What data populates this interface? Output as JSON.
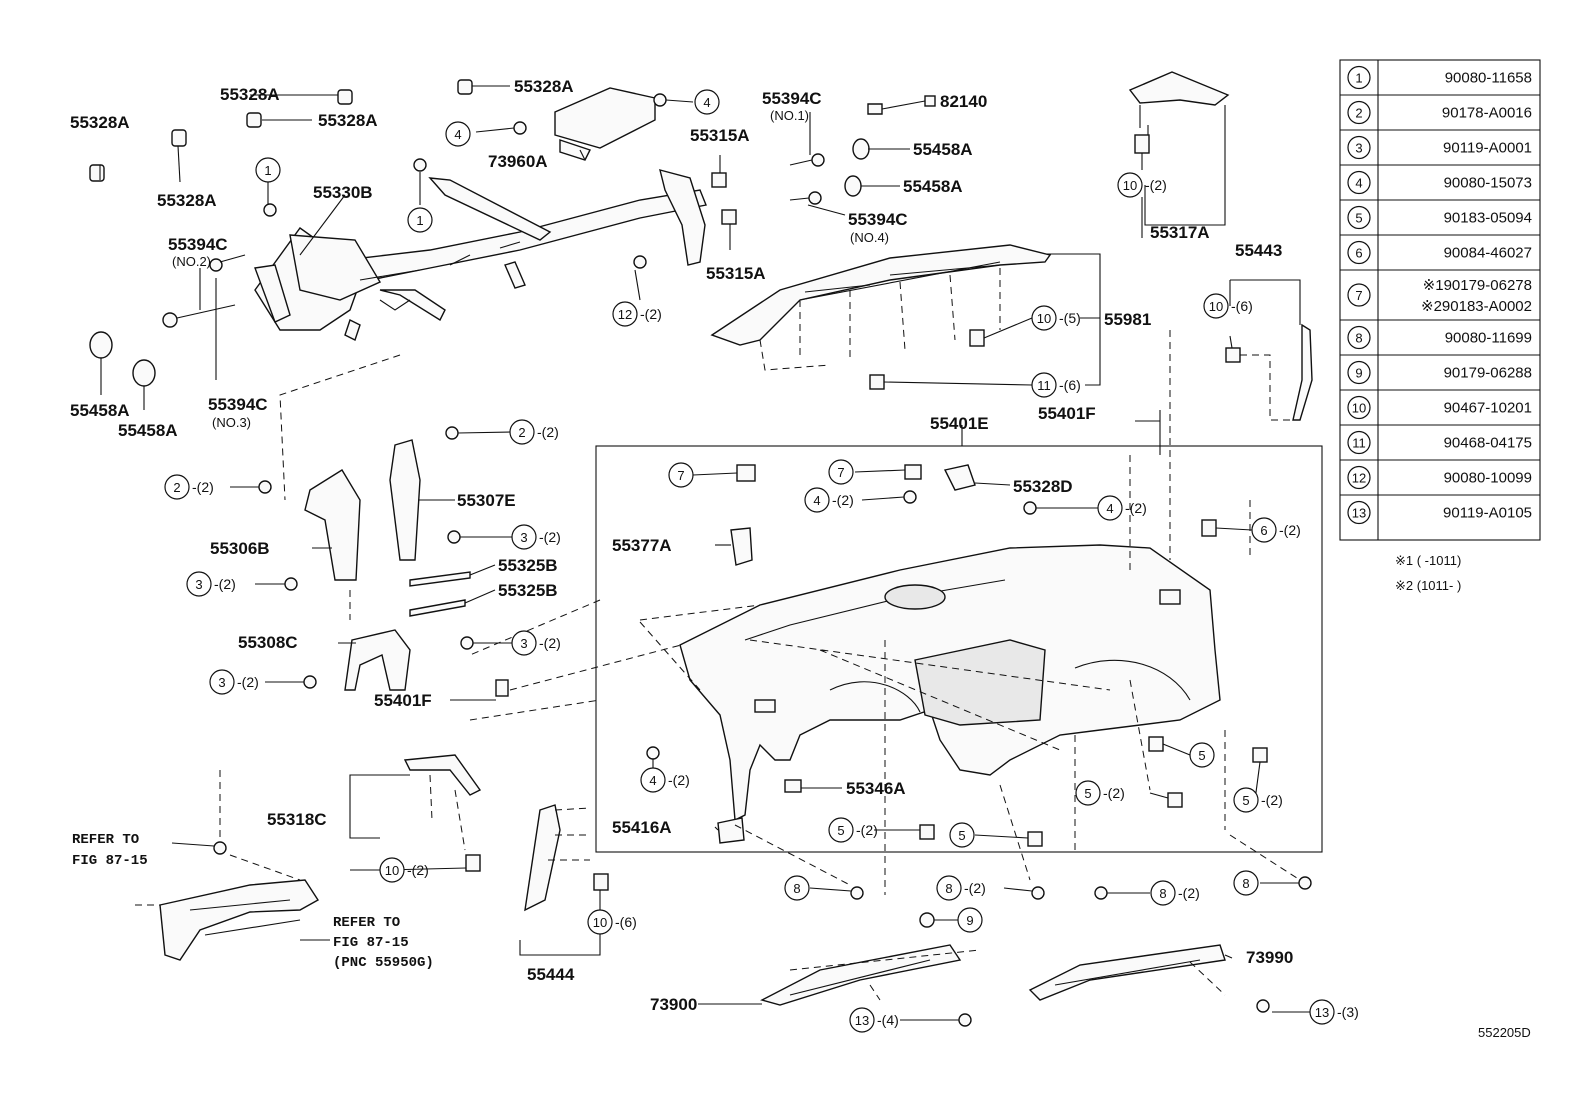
{
  "figure_code": "552205D",
  "labels": {
    "p55328A_1": "55328A",
    "p55328A_2": "55328A",
    "p55328A_3": "55328A",
    "p55328A_4": "55328A",
    "p55328A_5": "55328A",
    "p55330B": "55330B",
    "p55394C_2": "55394C",
    "p55394C_2_note": "(NO.2)",
    "p55394C_3": "55394C",
    "p55394C_3_note": "(NO.3)",
    "p55394C_1": "55394C",
    "p55394C_1_note": "(NO.1)",
    "p55394C_4": "55394C",
    "p55394C_4_note": "(NO.4)",
    "p55458A_1": "55458A",
    "p55458A_2": "55458A",
    "p55458A_3": "55458A",
    "p55458A_4": "55458A",
    "p73960A": "73960A",
    "p55315A_1": "55315A",
    "p55315A_2": "55315A",
    "p82140": "82140",
    "p55981": "55981",
    "p55317A": "55317A",
    "p55443": "55443",
    "p55401F_1": "55401F",
    "p55401F_2": "55401F",
    "p55401E": "55401E",
    "p55328D": "55328D",
    "p55307E": "55307E",
    "p55306B": "55306B",
    "p55325B_1": "55325B",
    "p55325B_2": "55325B",
    "p55308C": "55308C",
    "p55377A": "55377A",
    "p55346A": "55346A",
    "p55416A": "55416A",
    "p55318C": "55318C",
    "p55444": "55444",
    "p73900": "73900",
    "p73990": "73990",
    "refer1_a": "REFER TO",
    "refer1_b": "FIG 87-15",
    "refer2_a": "REFER TO",
    "refer2_b": "FIG 87-15",
    "refer2_c": "(PNC 55950G)"
  },
  "callouts": [
    {
      "id": "c1",
      "num": "1",
      "qty": ""
    },
    {
      "id": "c2",
      "num": "1",
      "qty": ""
    },
    {
      "id": "c3",
      "num": "4",
      "qty": ""
    },
    {
      "id": "c4",
      "num": "4",
      "qty": ""
    },
    {
      "id": "c5",
      "num": "12",
      "qty": "-(2)"
    },
    {
      "id": "c6",
      "num": "10",
      "qty": "-(5)"
    },
    {
      "id": "c7",
      "num": "11",
      "qty": "-(6)"
    },
    {
      "id": "c8",
      "num": "10",
      "qty": "-(2)"
    },
    {
      "id": "c9",
      "num": "10",
      "qty": "-(6)"
    },
    {
      "id": "c10",
      "num": "2",
      "qty": "-(2)"
    },
    {
      "id": "c11",
      "num": "2",
      "qty": "-(2)"
    },
    {
      "id": "c12",
      "num": "3",
      "qty": "-(2)"
    },
    {
      "id": "c13",
      "num": "3",
      "qty": "-(2)"
    },
    {
      "id": "c14",
      "num": "3",
      "qty": "-(2)"
    },
    {
      "id": "c15",
      "num": "3",
      "qty": "-(2)"
    },
    {
      "id": "c16",
      "num": "7",
      "qty": ""
    },
    {
      "id": "c17",
      "num": "7",
      "qty": ""
    },
    {
      "id": "c18",
      "num": "4",
      "qty": "-(2)"
    },
    {
      "id": "c19",
      "num": "4",
      "qty": "-(2)"
    },
    {
      "id": "c20",
      "num": "6",
      "qty": "-(2)"
    },
    {
      "id": "c21",
      "num": "4",
      "qty": "-(2)"
    },
    {
      "id": "c22",
      "num": "5",
      "qty": ""
    },
    {
      "id": "c23",
      "num": "5",
      "qty": "-(2)"
    },
    {
      "id": "c24",
      "num": "5",
      "qty": "-(2)"
    },
    {
      "id": "c25",
      "num": "5",
      "qty": "-(2)"
    },
    {
      "id": "c26",
      "num": "5",
      "qty": ""
    },
    {
      "id": "c27",
      "num": "8",
      "qty": ""
    },
    {
      "id": "c28",
      "num": "8",
      "qty": "-(2)"
    },
    {
      "id": "c29",
      "num": "8",
      "qty": "-(2)"
    },
    {
      "id": "c30",
      "num": "8",
      "qty": ""
    },
    {
      "id": "c31",
      "num": "9",
      "qty": ""
    },
    {
      "id": "c32",
      "num": "10",
      "qty": "-(2)"
    },
    {
      "id": "c33",
      "num": "10",
      "qty": "-(6)"
    },
    {
      "id": "c34",
      "num": "13",
      "qty": "-(4)"
    },
    {
      "id": "c35",
      "num": "13",
      "qty": "-(3)"
    }
  ],
  "parts_table": [
    {
      "num": "1",
      "part": "90080-11658"
    },
    {
      "num": "2",
      "part": "90178-A0016"
    },
    {
      "num": "3",
      "part": "90119-A0001"
    },
    {
      "num": "4",
      "part": "90080-15073"
    },
    {
      "num": "5",
      "part": "90183-05094"
    },
    {
      "num": "6",
      "part": "90084-46027"
    },
    {
      "num": "7",
      "part": "※190179-06278",
      "part2": "※290183-A0002"
    },
    {
      "num": "8",
      "part": "90080-11699"
    },
    {
      "num": "9",
      "part": "90179-06288"
    },
    {
      "num": "10",
      "part": "90467-10201"
    },
    {
      "num": "11",
      "part": "90468-04175"
    },
    {
      "num": "12",
      "part": "90080-10099"
    },
    {
      "num": "13",
      "part": "90119-A0105"
    }
  ],
  "notes": [
    "※1 (    -1011)",
    "※2 (1011-    )"
  ]
}
